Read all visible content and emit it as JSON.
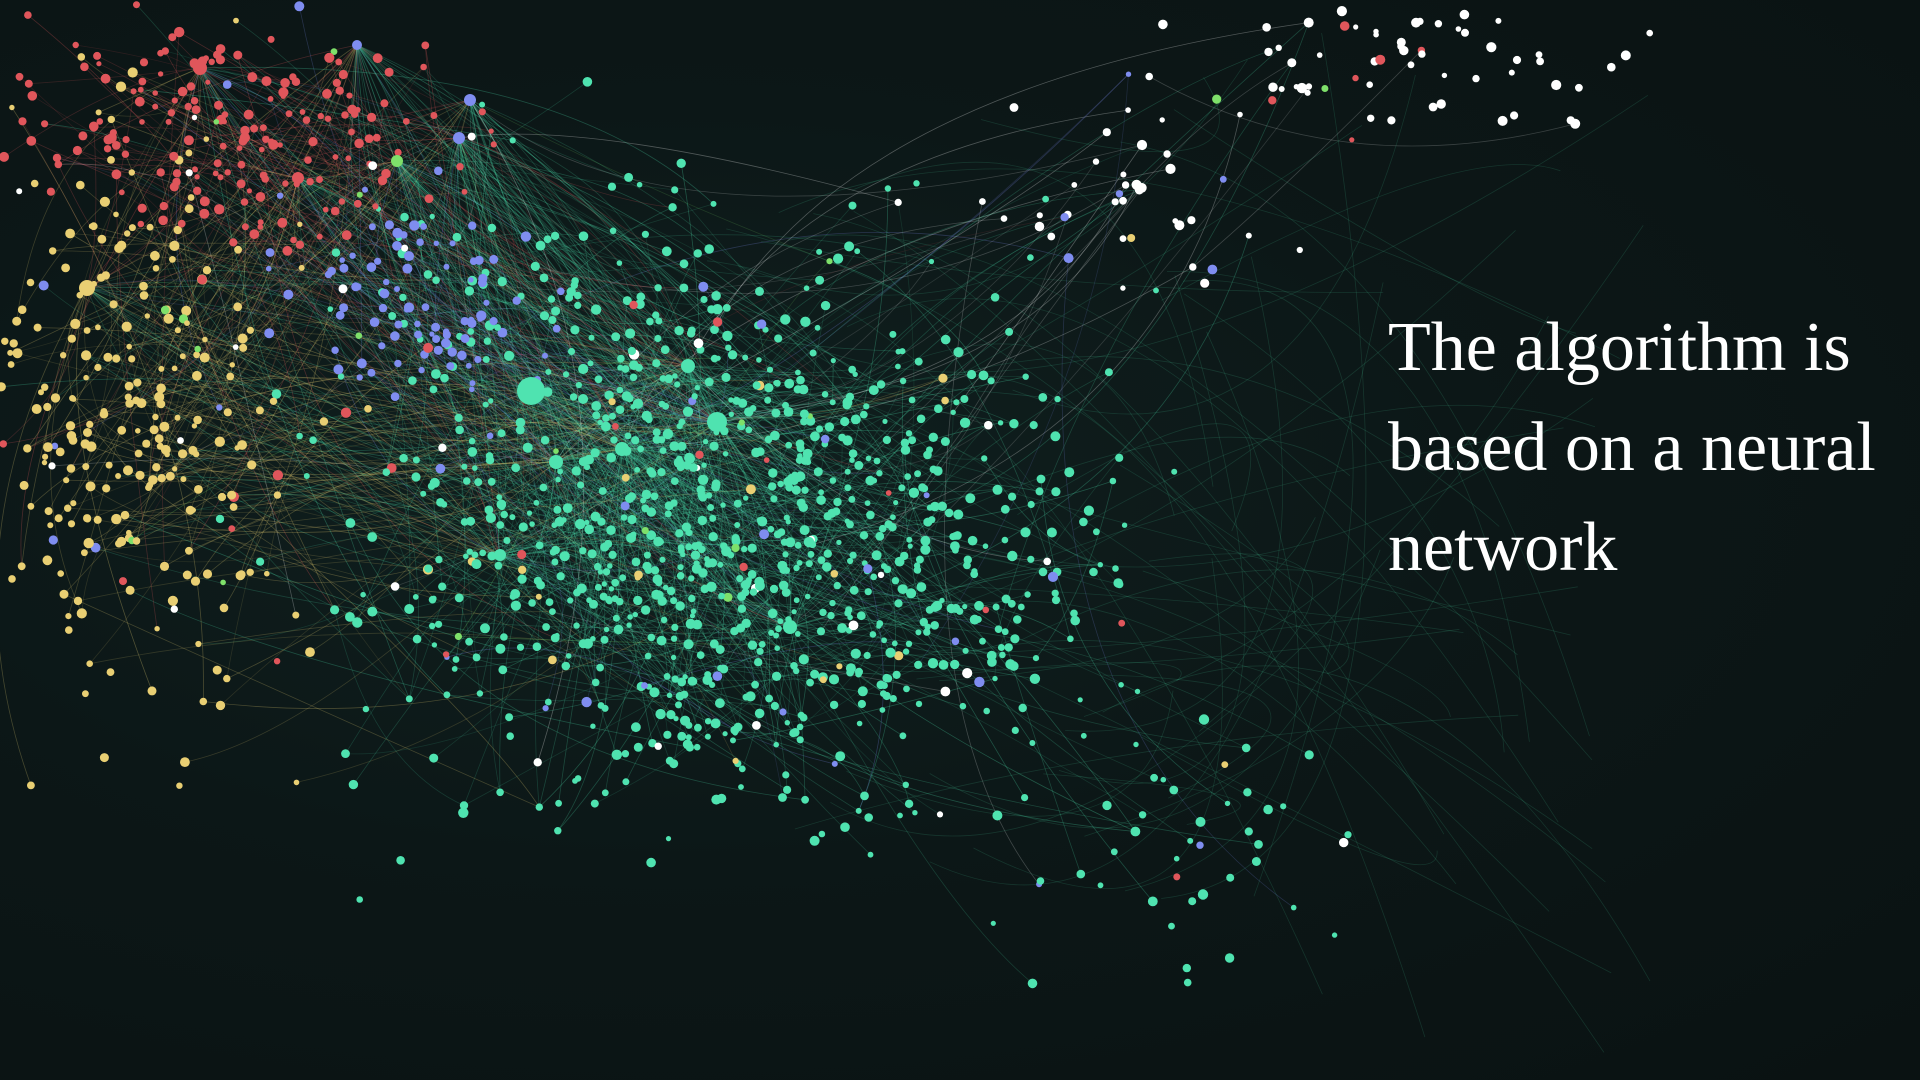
{
  "caption": {
    "lines": [
      "The algorithm is",
      "based on a neural",
      "network"
    ]
  },
  "colors": {
    "background": "#0b1414",
    "teal": "#4fe3b0",
    "yellow": "#e9cf73",
    "red": "#e0565b",
    "blue": "#7f8df0",
    "green": "#7ee06a",
    "white": "#ffffff",
    "text": "#ffffff"
  }
}
